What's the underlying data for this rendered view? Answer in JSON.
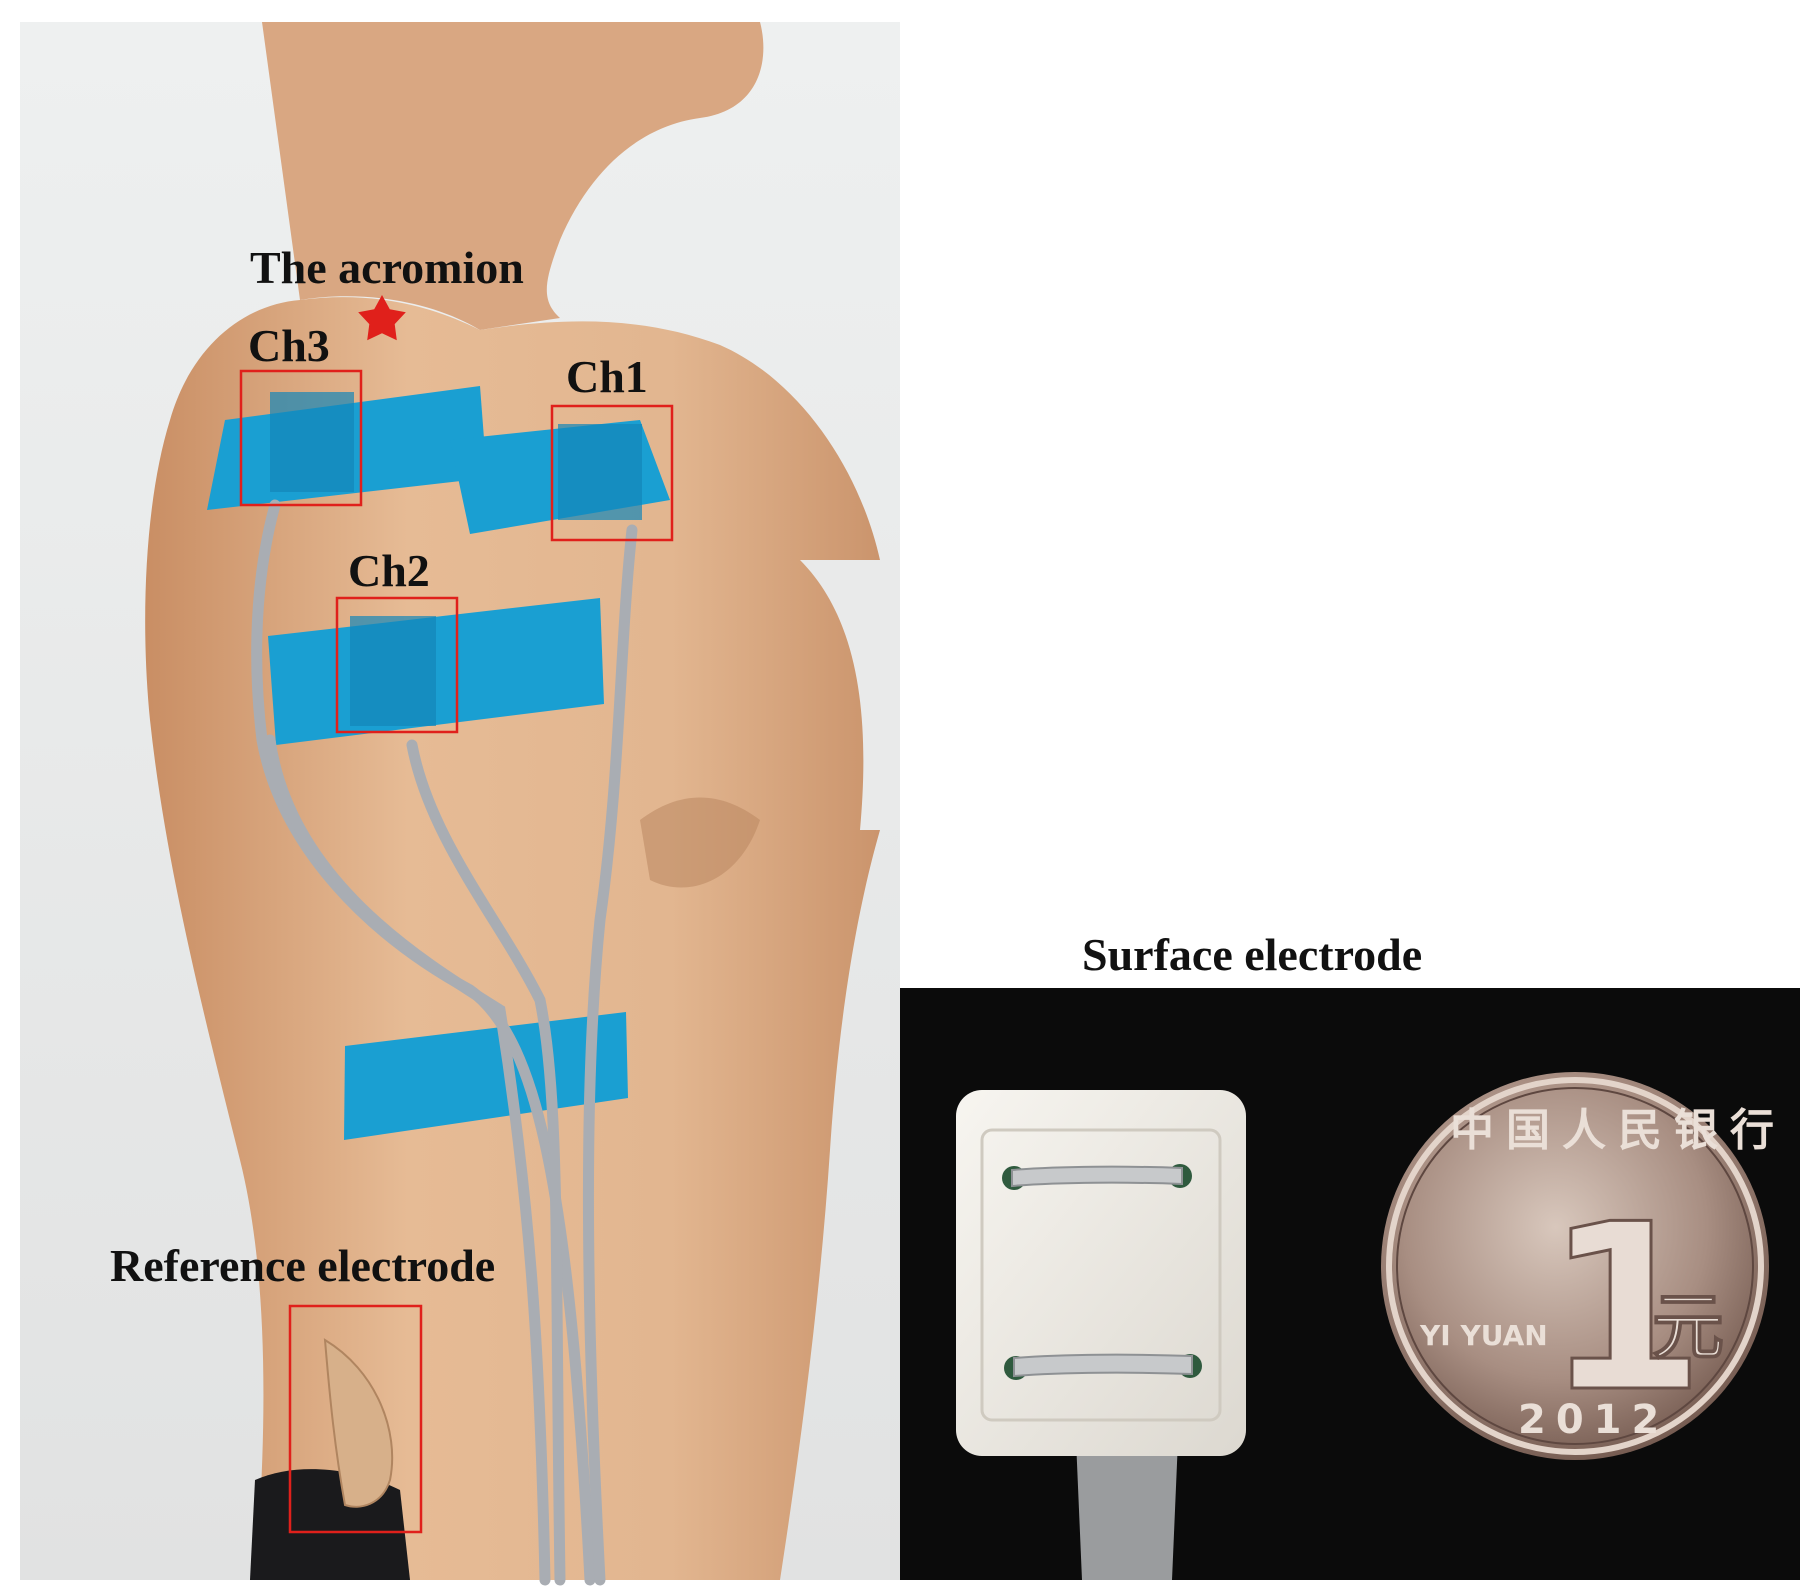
{
  "figure": {
    "labels": {
      "acromion": "The acromion",
      "ch1": "Ch1",
      "ch2": "Ch2",
      "ch3": "Ch3",
      "reference": "Reference electrode",
      "surface": "Surface electrode"
    },
    "coin": {
      "numeral": "1",
      "unit_char": "元",
      "denomination": "YI YUAN",
      "year": "2012",
      "legend": "中国人民银行"
    },
    "colors": {
      "marker_box": "#e0201b",
      "star": "#e0201b",
      "tape": "#1a9fd2",
      "skin": "#e2b690",
      "wall": "#e9eaea",
      "backdrop": "#0b0b0b"
    },
    "icons": [
      "star-icon"
    ]
  }
}
